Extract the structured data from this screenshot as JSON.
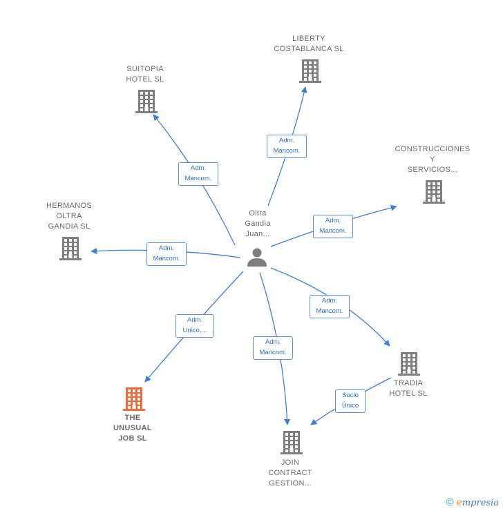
{
  "colors": {
    "edge": "#3e7fd6",
    "building": "#7f7f7f",
    "building_highlight": "#f26a3a",
    "person": "#7f7f7f"
  },
  "center": {
    "label": "Oltra\nGandia\nJuan...",
    "icon": "person-icon"
  },
  "companies": [
    {
      "id": "suitopia",
      "label": "SUITOPIA\nHOTEL  SL",
      "icon": "building-icon",
      "highlight": false
    },
    {
      "id": "liberty",
      "label": "LIBERTY\nCOSTABLANCA SL",
      "icon": "building-icon",
      "highlight": false
    },
    {
      "id": "construcciones",
      "label": "CONSTRUCCIONES\nY\nSERVICIOS...",
      "icon": "building-icon",
      "highlight": false
    },
    {
      "id": "hermanos",
      "label": "HERMANOS\nOLTRA\nGANDIA  SL",
      "icon": "building-icon",
      "highlight": false
    },
    {
      "id": "tradia",
      "label": "TRADIA\nHOTEL SL",
      "icon": "building-icon",
      "highlight": false
    },
    {
      "id": "unusual",
      "label": "THE\nUNUSUAL\nJOB  SL",
      "icon": "building-icon",
      "highlight": true
    },
    {
      "id": "join",
      "label": "JOIN\nCONTRACT\nGESTION...",
      "icon": "building-icon",
      "highlight": false
    }
  ],
  "relations": [
    {
      "from": "center",
      "to": "suitopia",
      "label": "Adm.\nMancom."
    },
    {
      "from": "center",
      "to": "liberty",
      "label": "Adm.\nMancom."
    },
    {
      "from": "center",
      "to": "construcciones",
      "label": "Adm.\nMancom."
    },
    {
      "from": "center",
      "to": "hermanos",
      "label": "Adm.\nMancom."
    },
    {
      "from": "center",
      "to": "tradia",
      "label": "Adm.\nMancom."
    },
    {
      "from": "center",
      "to": "unusual",
      "label": "Adm.\nUnico,..."
    },
    {
      "from": "center",
      "to": "join",
      "label": "Adm.\nMancom."
    },
    {
      "from": "tradia",
      "to": "join",
      "label": "Socio\nÚnico"
    }
  ],
  "brand": {
    "copyright": "©",
    "e": "e",
    "rest": "mpresia"
  }
}
